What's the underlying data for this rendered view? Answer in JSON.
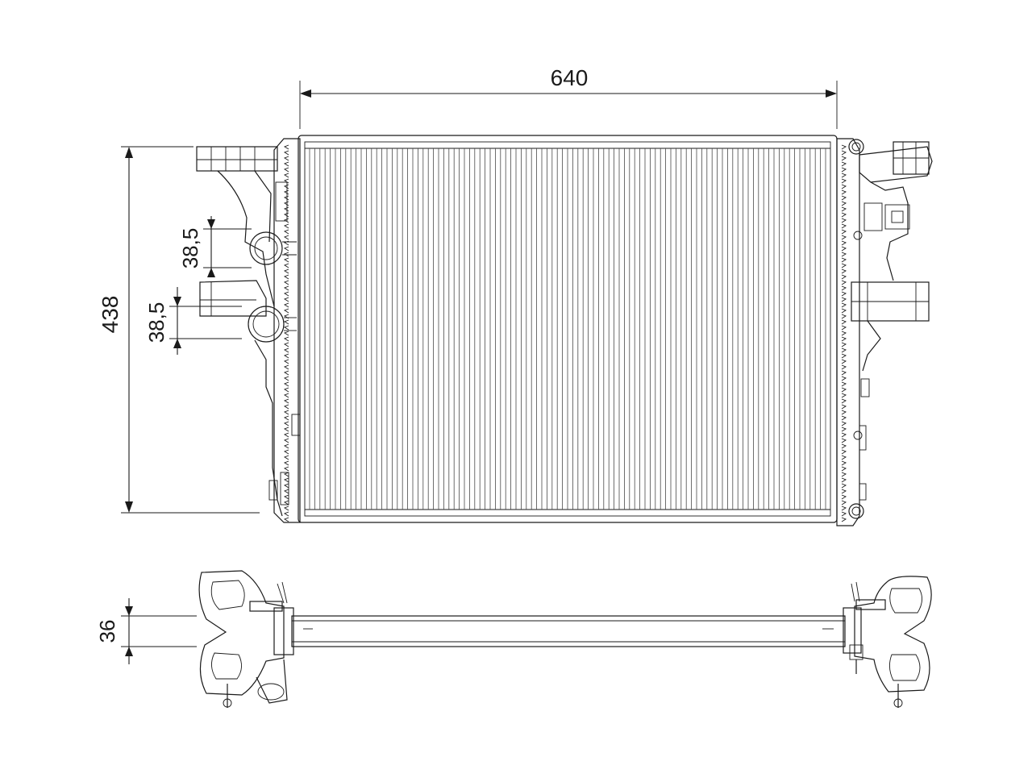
{
  "dimensions": {
    "width": "640",
    "height": "438",
    "outlet_offset_upper": "38,5",
    "outlet_offset_lower": "38,5",
    "depth": "36"
  },
  "colors": {
    "line": "#1a1a1a",
    "background": "#ffffff"
  }
}
